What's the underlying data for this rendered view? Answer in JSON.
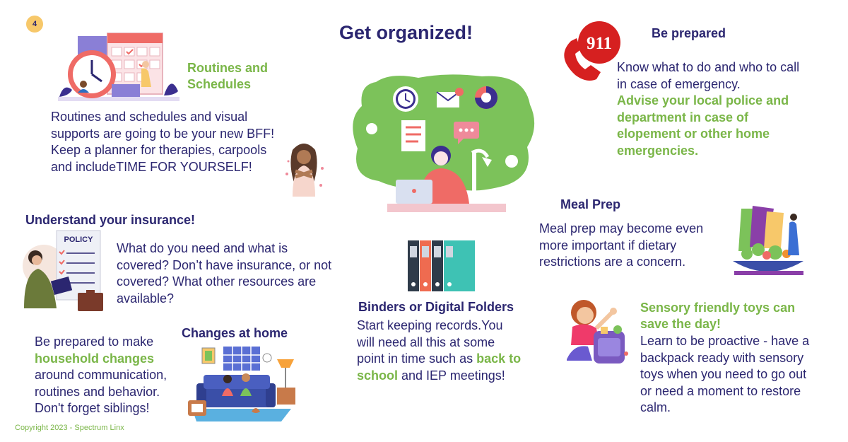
{
  "page": {
    "number": "4",
    "title": "Get organized!",
    "copyright": "Copyright 2023 - Spectrum Linx"
  },
  "routines": {
    "heading_line1": "Routines and",
    "heading_line2": "Schedules",
    "body_line1": "Routines and schedules and visual",
    "body_line2": "supports are going to be your new BFF!",
    "body_line3": "Keep a planner for therapies, carpools",
    "body_line4": "and includeTIME FOR YOURSELF!"
  },
  "insurance": {
    "heading": "Understand your insurance!",
    "policy_label": "POLICY",
    "body_line1": "What do you need and what is",
    "body_line2": "covered? Don’t have insurance, or not",
    "body_line3": "covered? What other resources are",
    "body_line4": "available?"
  },
  "home": {
    "heading": "Changes at home",
    "line1": "Be prepared to make",
    "line2_highlight": "household changes",
    "line3": "around communication,",
    "line4": "routines and behavior.",
    "line5": "Don't forget siblings!"
  },
  "binders": {
    "heading": "Binders or Digital Folders",
    "line1": "Start keeping records.You",
    "line2": "will need all this at some",
    "line3_pre": "point in time such as ",
    "line3_highlight": "back to",
    "line4_highlight": "school",
    "line4_post": " and IEP meetings!"
  },
  "prepared": {
    "heading": "Be prepared",
    "icon_text": "911",
    "line1": "Know what to do and who to call",
    "line2": "in case of emergency.",
    "green_line1": "Advise your local police  and",
    "green_line2": "department in case of",
    "green_line3": "elopement or other home",
    "green_line4": "emergencies."
  },
  "meal": {
    "heading": "Meal Prep",
    "line1": "Meal prep may become even",
    "line2": "more important if dietary",
    "line3": "restrictions are a concern."
  },
  "sensory": {
    "heading_line1": "Sensory friendly toys can",
    "heading_line2": "save the day!",
    "line1": "Learn to be proactive - have a",
    "line2": "backpack ready with sensory",
    "line3": "toys when you need to go out",
    "line4": "or need a moment to restore",
    "line5": "calm."
  },
  "colors": {
    "navy": "#2b2670",
    "green": "#7ab648",
    "badge": "#f7c86a",
    "emergency_red": "#d62020",
    "illustration_green": "#7cc25a",
    "coral": "#ef6b66"
  }
}
